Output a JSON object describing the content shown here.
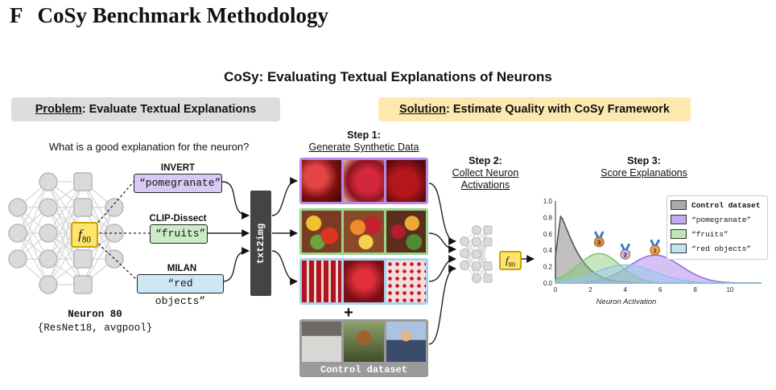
{
  "heading": {
    "section": "F",
    "title": "CoSy Benchmark Methodology"
  },
  "main_title": "CoSy: Evaluating Textual Explanations of Neurons",
  "problem": {
    "keyword": "Problem",
    "rest": ": Evaluate Textual Explanations"
  },
  "solution": {
    "keyword": "Solution",
    "rest": ": Estimate Quality with CoSy Framework"
  },
  "question": "What is a good explanation for the neuron?",
  "methods": [
    {
      "name": "INVERT",
      "explanation": "“pomegranate”",
      "color": "#d8c9f5"
    },
    {
      "name": "CLIP-Dissect",
      "explanation": "“fruits”",
      "color": "#cdebc6"
    },
    {
      "name": "MILAN",
      "explanation": "“red objects”",
      "color": "#cfe6f5"
    }
  ],
  "neuron": {
    "label": "f",
    "index": "80",
    "title": "Neuron 80",
    "subtitle": "{ResNet18, avgpool}"
  },
  "txt2img": "txt2img",
  "steps": [
    {
      "title": "Step 1:",
      "sub": "Generate Synthetic Data"
    },
    {
      "title": "Step 2:",
      "sub1": "Collect Neuron",
      "sub2": "Activations"
    },
    {
      "title": "Step 3:",
      "sub": "Score Explanations"
    }
  ],
  "plus": "+",
  "control_label": "Control dataset",
  "colors": {
    "purple": "#9b6fe0",
    "green": "#7cc46e",
    "blue": "#8ec3e6",
    "gray": "#888888",
    "yellow": "#fde56d"
  },
  "chart_data": {
    "type": "area",
    "xlabel": "Neuron Activation",
    "x_ticks": [
      "0",
      "2",
      "4",
      "6",
      "8",
      "10"
    ],
    "y_ticks": [
      "0.0",
      "0.2",
      "0.4",
      "0.6",
      "0.8",
      "1.0"
    ],
    "xlim": [
      0,
      11.8
    ],
    "ylim": [
      0,
      1.0
    ],
    "series": [
      {
        "name": "Control dataset",
        "peak_x": 0.3,
        "peak_y": 0.82,
        "dist": "skewed",
        "color": "#999999"
      },
      {
        "name": "“pomegranate”",
        "peak_x": 5.7,
        "peak_y": 0.34,
        "sd": 1.5,
        "color": "#9b6fe0"
      },
      {
        "name": "“fruits”",
        "peak_x": 2.5,
        "peak_y": 0.36,
        "sd": 1.2,
        "color": "#7cc46e"
      },
      {
        "name": "“red objects”",
        "peak_x": 4.0,
        "peak_y": 0.22,
        "sd": 1.7,
        "color": "#8ec3e6"
      }
    ],
    "medals": [
      {
        "rank": "3",
        "x": 2.5,
        "y": 0.5,
        "color": "#d98b45"
      },
      {
        "rank": "2",
        "x": 4.0,
        "y": 0.35,
        "color": "#c8b3ec"
      },
      {
        "rank": "1",
        "x": 5.7,
        "y": 0.4,
        "color": "#f0a24a"
      }
    ]
  }
}
